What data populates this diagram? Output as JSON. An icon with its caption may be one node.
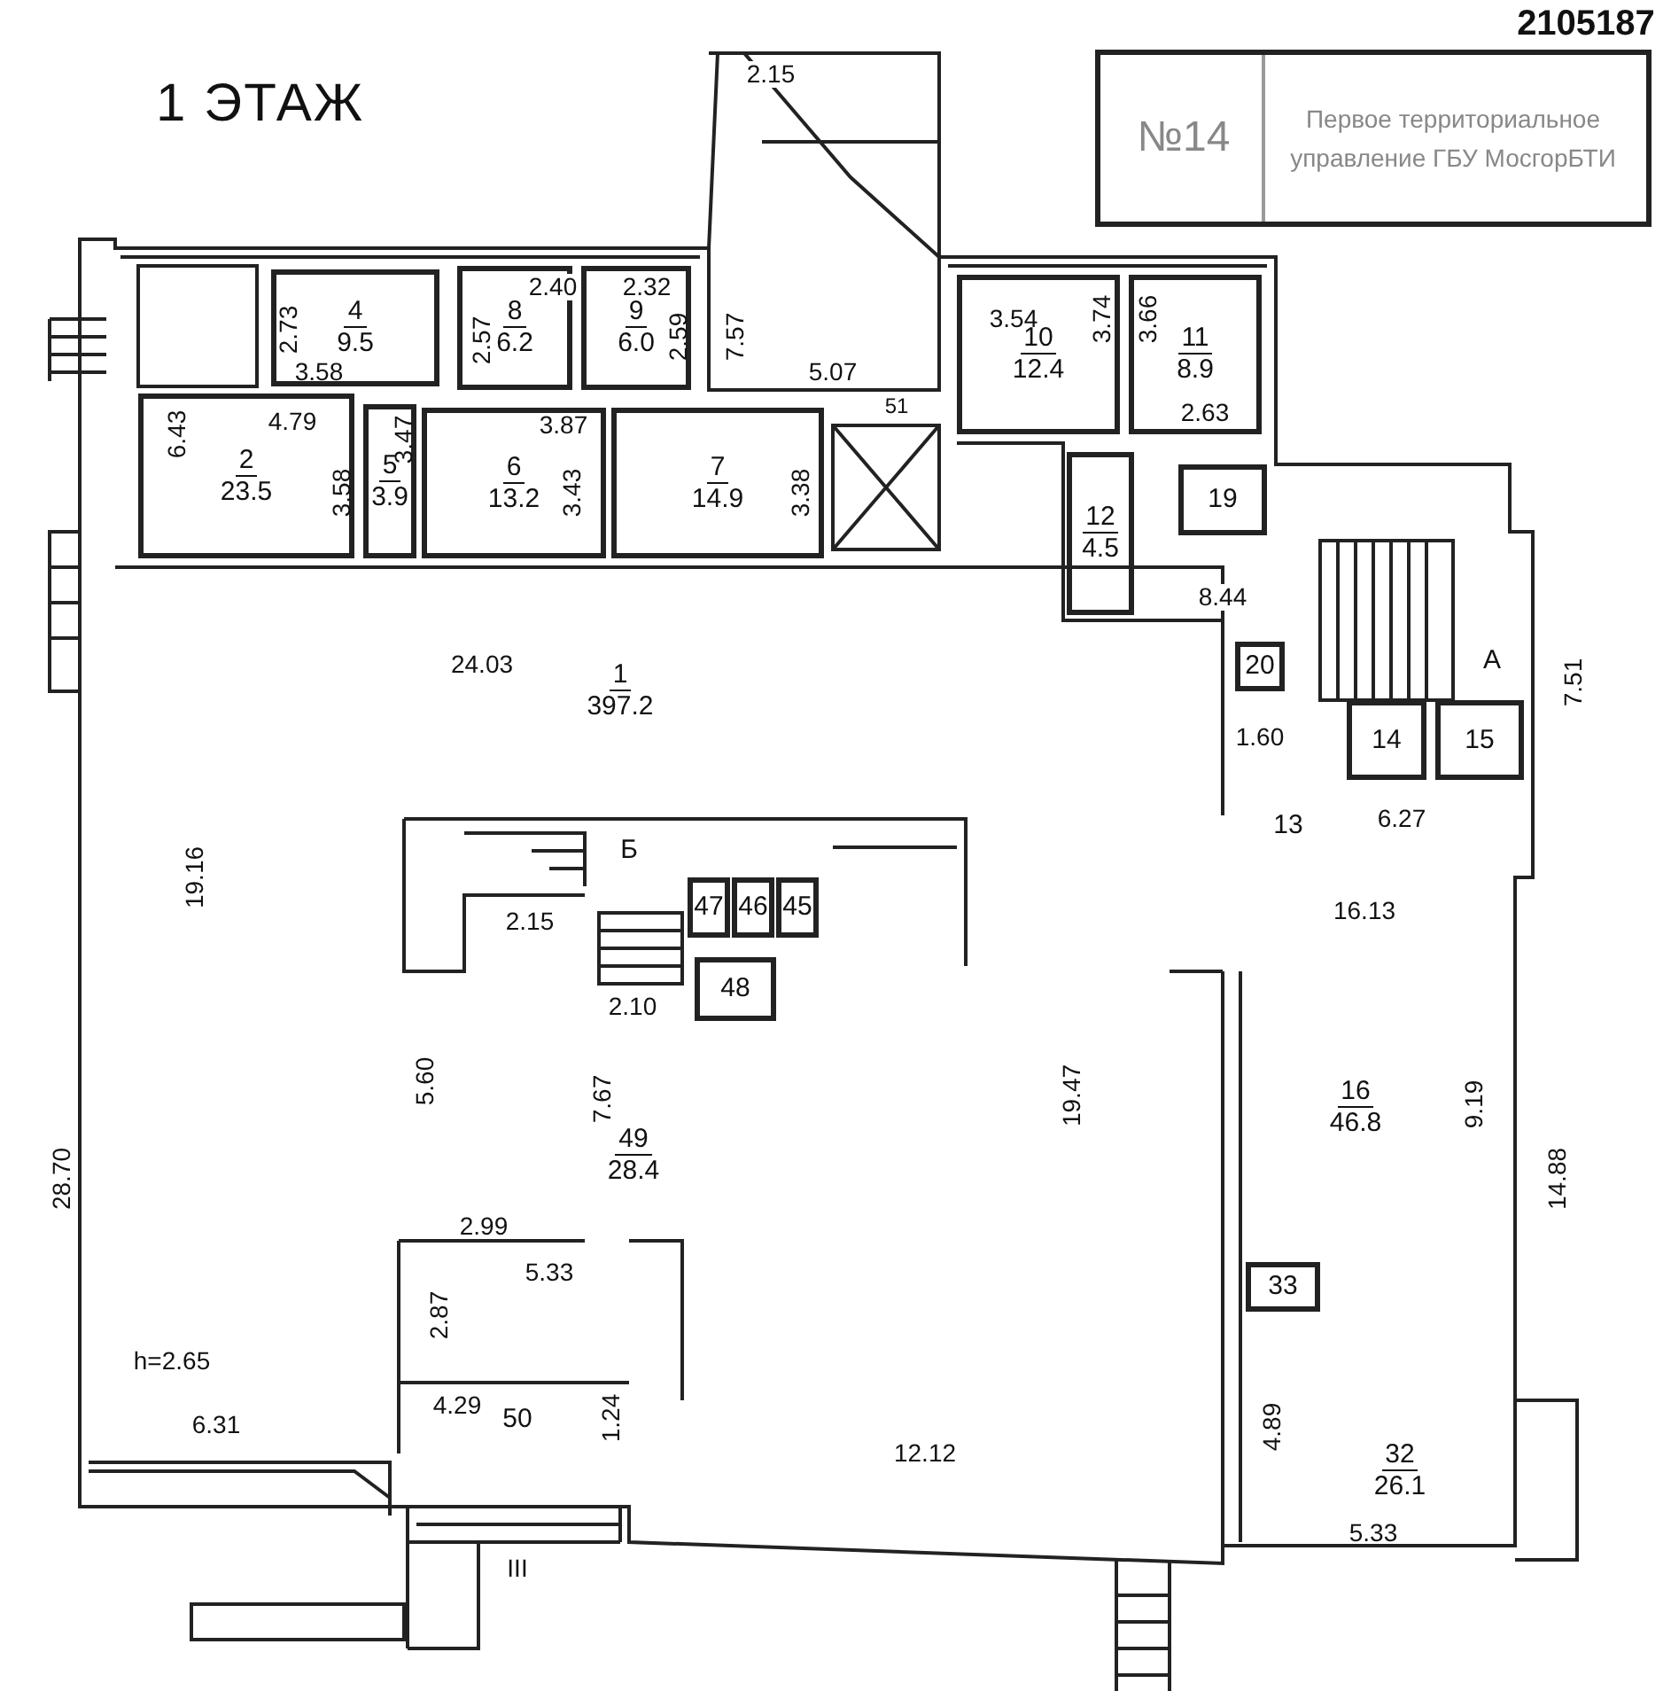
{
  "diagram": {
    "title": "1 ЭТАЖ",
    "nodes": [
      {
        "text": [
          "№14",
          "Первое территориальное управление ГБУ МосгорБТИ"
        ]
      },
      {
        "text": [
          "4",
          "9.5"
        ]
      },
      {
        "text": [
          "8",
          "6.2"
        ]
      },
      {
        "text": [
          "9",
          "6.0"
        ]
      },
      {
        "text": [
          "10",
          "12.4"
        ]
      },
      {
        "text": [
          "11",
          "8.9"
        ]
      },
      {
        "text": [
          "2",
          "23.5"
        ]
      },
      {
        "text": [
          "5",
          "3.9"
        ]
      },
      {
        "text": [
          "6",
          "13.2"
        ]
      },
      {
        "text": [
          "7",
          "14.9"
        ]
      },
      {
        "text": [
          "51"
        ]
      },
      {
        "text": [
          "12",
          "4.5"
        ]
      },
      {
        "text": [
          "19"
        ]
      },
      {
        "text": [
          "А"
        ]
      },
      {
        "text": [
          "20"
        ]
      },
      {
        "text": [
          "1",
          "397.2"
        ]
      },
      {
        "text": [
          "14"
        ]
      },
      {
        "text": [
          "15"
        ]
      },
      {
        "text": [
          "13"
        ]
      },
      {
        "text": [
          "Б"
        ]
      },
      {
        "text": [
          "47"
        ]
      },
      {
        "text": [
          "46"
        ]
      },
      {
        "text": [
          "45"
        ]
      },
      {
        "text": [
          "48"
        ]
      },
      {
        "text": [
          "49",
          "28.4"
        ]
      },
      {
        "text": [
          "16",
          "46.8"
        ]
      },
      {
        "text": [
          "33"
        ]
      },
      {
        "text": [
          "50"
        ]
      },
      {
        "text": [
          "32",
          "26.1"
        ]
      }
    ],
    "labels": [
      "2105187",
      "2.15",
      "2.40",
      "2.32",
      "2.73",
      "2.57",
      "2.59",
      "7.57",
      "3.54",
      "3.74",
      "3.66",
      "3.58",
      "5.07",
      "2.63",
      "4.79",
      "6.43",
      "3.47",
      "3.87",
      "3.58",
      "3.43",
      "3.38",
      "8.44",
      "24.03",
      "7.51",
      "1.60",
      "6.27",
      "19.16",
      "16.13",
      "2.15",
      "2.10",
      "5.60",
      "7.67",
      "28.70",
      "19.47",
      "9.19",
      "14.88",
      "2.99",
      "5.33",
      "2.87",
      "4.89",
      "h=2.65",
      "6.31",
      "4.29",
      "1.24",
      "12.12",
      "5.33",
      "III"
    ]
  }
}
